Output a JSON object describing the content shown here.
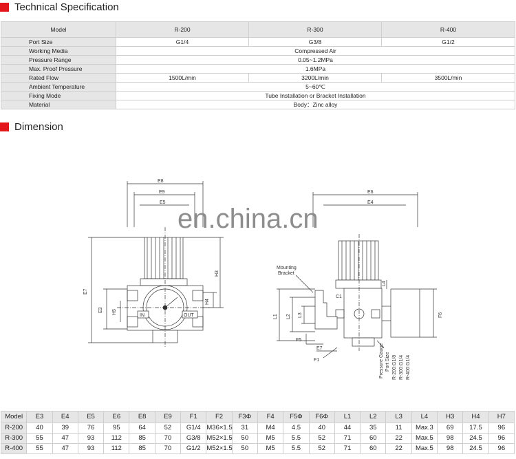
{
  "spec_title": "Technical Specification",
  "dim_title": "Dimension",
  "watermark": "en.china.cn",
  "spec": {
    "headers": [
      "Model",
      "R-200",
      "R-300",
      "R-400"
    ],
    "port_size": {
      "label": "Port Size",
      "values": [
        "G1/4",
        "G3/8",
        "G1/2"
      ]
    },
    "working_media": {
      "label": "Working Media",
      "value": "Compressed Air"
    },
    "pressure_range": {
      "label": "Pressure Range",
      "value": "0.05~1.2MPa"
    },
    "proof_pressure": {
      "label": "Max. Proof Pressure",
      "value": "1.6MPa"
    },
    "rated_flow": {
      "label": "Rated Flow",
      "values": [
        "1500L/min",
        "3200L/min",
        "3500L/min"
      ]
    },
    "ambient_temp": {
      "label": "Ambient Temperature",
      "value": "5~60℃"
    },
    "fixing_mode": {
      "label": "Fixing Mode",
      "value": "Tube Installation or Bracket Installation"
    },
    "material": {
      "label": "Material",
      "value": "Body：Zinc alloy"
    }
  },
  "drawing": {
    "left": {
      "e8": "E8",
      "e9": "E9",
      "e5": "E5",
      "e7": "E7",
      "e3": "E3",
      "h5": "H5",
      "h3": "H3",
      "h4": "H4",
      "in": "IN",
      "out": "OUT"
    },
    "right": {
      "e6": "E6",
      "e4": "E4",
      "mounting1": "Mounting",
      "mounting2": "Bracket",
      "l4": "L4",
      "c1": "C1",
      "l1": "L1",
      "l2": "L2",
      "l3": "L3",
      "f5": "F5",
      "e7": "E7",
      "f1": "F1",
      "f6": "F6",
      "gauge": [
        "Pressure Gauge",
        "Port Size",
        "R-200:G1/8",
        "R-300:G1/4",
        "R-400:G1/4"
      ]
    }
  },
  "dim": {
    "headers": [
      "Model",
      "E3",
      "E4",
      "E5",
      "E6",
      "E8",
      "E9",
      "F1",
      "F2",
      "F3Φ",
      "F4",
      "F5Φ",
      "F6Φ",
      "L1",
      "L2",
      "L3",
      "L4",
      "H3",
      "H4",
      "H7"
    ],
    "rows": [
      [
        "R-200",
        "40",
        "39",
        "76",
        "95",
        "64",
        "52",
        "G1/4",
        "M36×1.5",
        "31",
        "M4",
        "4.5",
        "40",
        "44",
        "35",
        "11",
        "Max.3",
        "69",
        "17.5",
        "96"
      ],
      [
        "R-300",
        "55",
        "47",
        "93",
        "112",
        "85",
        "70",
        "G3/8",
        "M52×1.5",
        "50",
        "M5",
        "5.5",
        "52",
        "71",
        "60",
        "22",
        "Max.5",
        "98",
        "24.5",
        "96"
      ],
      [
        "R-400",
        "55",
        "47",
        "93",
        "112",
        "85",
        "70",
        "G1/2",
        "M52×1.5",
        "50",
        "M5",
        "5.5",
        "52",
        "71",
        "60",
        "22",
        "Max.5",
        "98",
        "24.5",
        "96"
      ]
    ]
  }
}
